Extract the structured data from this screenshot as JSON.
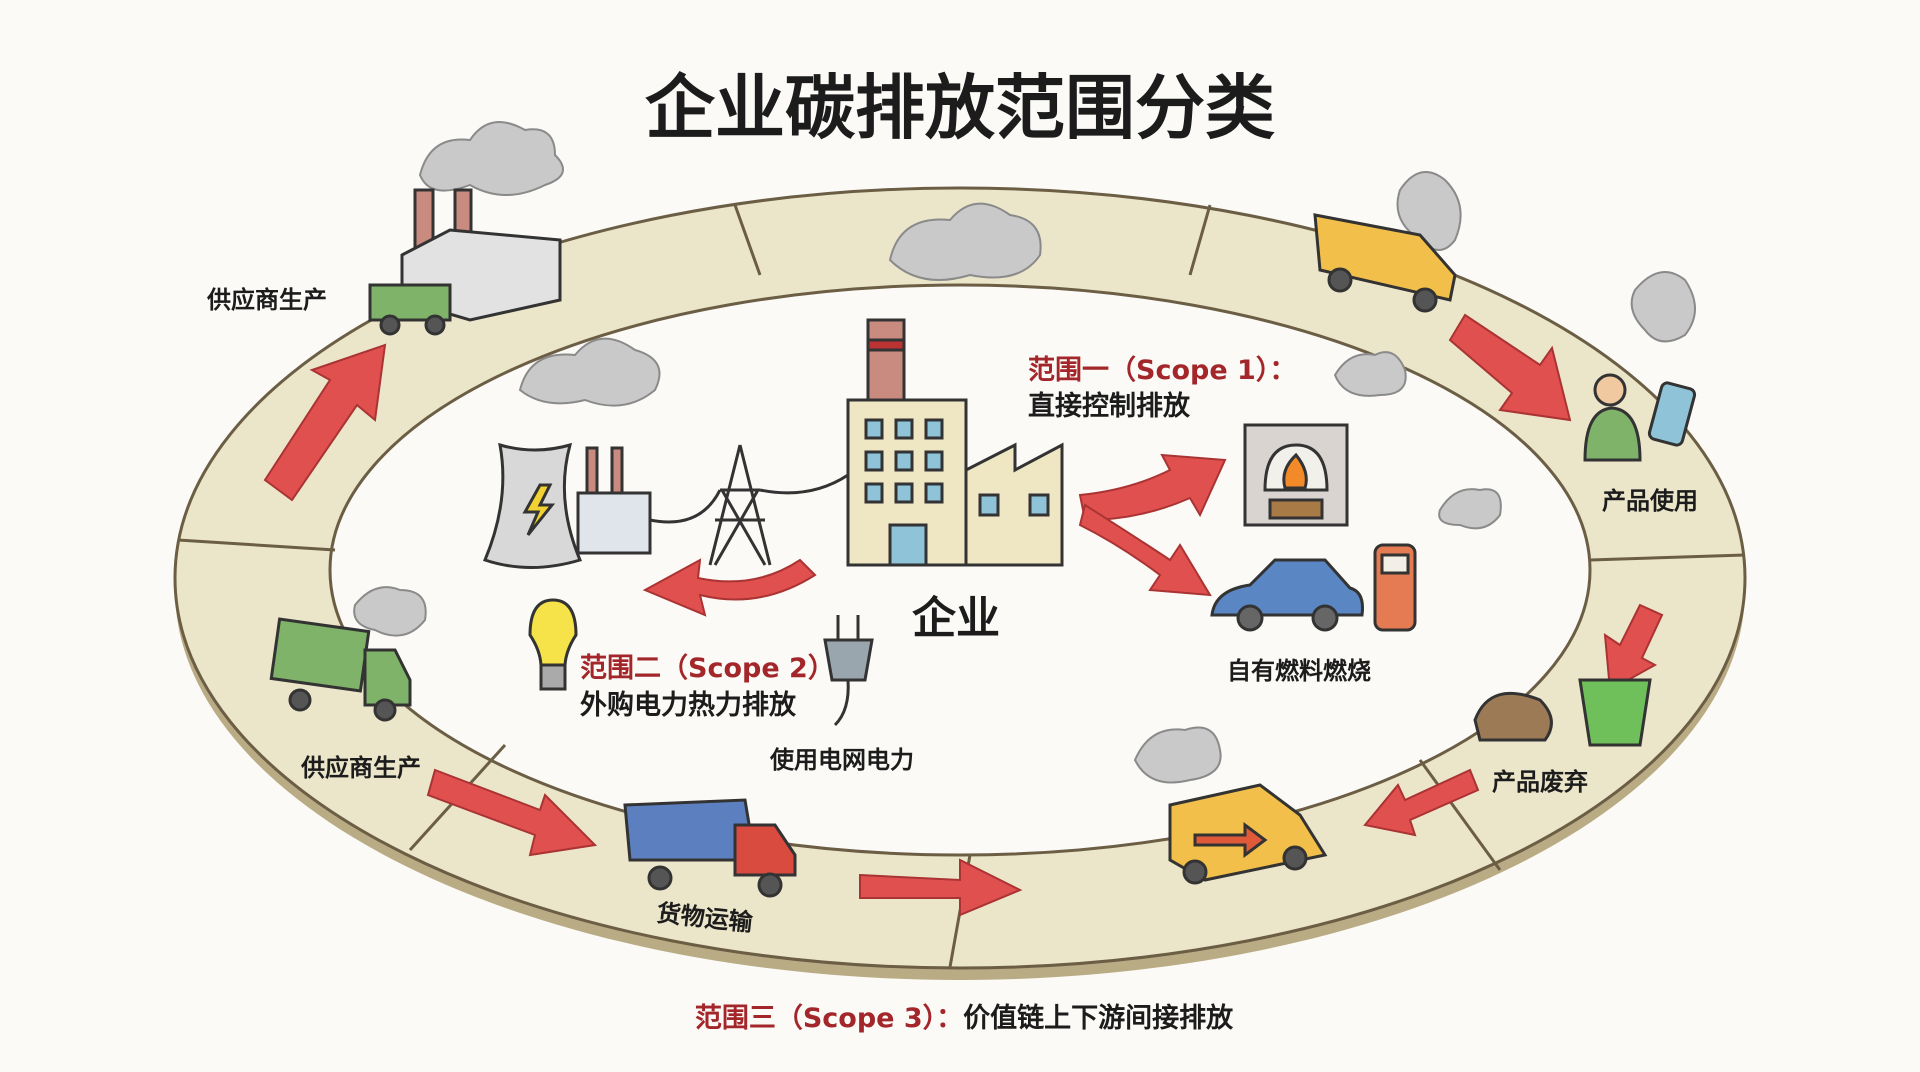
{
  "title": "企业碳排放范围分类",
  "center_label": "企业",
  "scope1": {
    "title": "范围一（Scope 1）：",
    "desc": "直接控制排放",
    "example": "自有燃料燃烧"
  },
  "scope2": {
    "title": "范围二（Scope 2）",
    "desc": "外购电力热力排放",
    "example": "使用电网电力"
  },
  "scope3": {
    "title": "范围三（Scope 3）：",
    "desc": "价值链上下游间接排放"
  },
  "ring_labels": [
    "供应商生产",
    "产品使用",
    "供应商生产",
    "货物运输",
    "产品废弃"
  ],
  "colors": {
    "scope_red": "#a3262a",
    "arrow_red": "#e0504f",
    "ring": "#e9e3c8",
    "smoke": "#a9a9a9"
  }
}
